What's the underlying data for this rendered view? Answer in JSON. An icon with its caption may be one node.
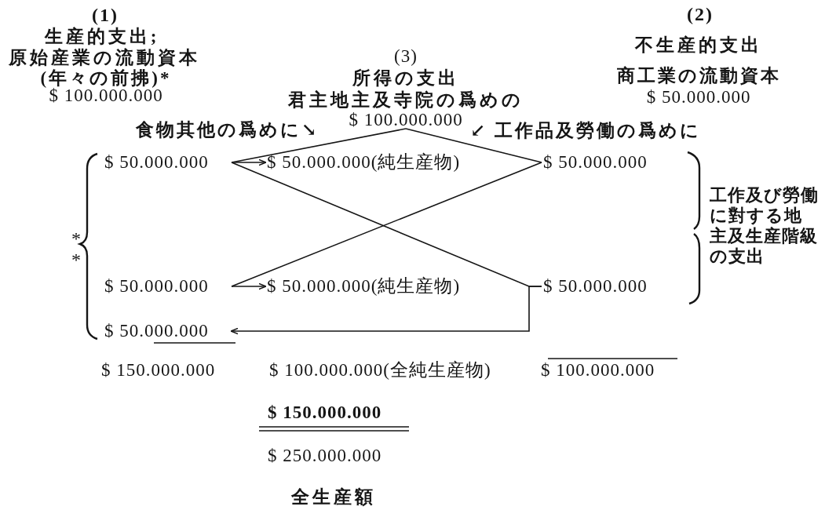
{
  "diagram": {
    "nodes": [
      {
        "text": [
          "(3)",
          "所得の支出",
          "君主地主及寺院の爲めの",
          "$ 100.000.000"
        ]
      },
      {
        "text": [
          "$ 50.000.000"
        ]
      },
      {
        "text": [
          "$ 50.000.000(純生産物)"
        ]
      },
      {
        "text": [
          "$ 50.000.000"
        ]
      },
      {
        "text": [
          "$ 50.000.000"
        ]
      },
      {
        "text": [
          "$ 50.000.000(純生産物)"
        ]
      },
      {
        "text": [
          "$ 50.000.000"
        ]
      },
      {
        "text": [
          "$ 50.000.000"
        ]
      }
    ],
    "edges": [
      {
        "from": 0,
        "to": 1,
        "arrow": "none",
        "label": "食物其他の爲めに↘"
      },
      {
        "from": 1,
        "to": 2,
        "arrow": "to"
      },
      {
        "from": 0,
        "to": 3,
        "arrow": "none",
        "label": "↙ 工作品及勞働の爲めに"
      },
      {
        "from": 3,
        "to": 4,
        "arrow": "none"
      },
      {
        "from": 4,
        "to": 5,
        "arrow": "to"
      },
      {
        "from": 1,
        "to": 6,
        "arrow": "none"
      },
      {
        "from": 6,
        "to": 7,
        "arrow": "to"
      }
    ],
    "labels": [
      "(1)",
      "生産的支出;",
      "原始産業の流動資本",
      "(年々の前拂)*",
      "$ 100.000.000",
      "(2)",
      "不生産的支出",
      "商工業の流動資本",
      "$ 50.000.000",
      "*",
      "*",
      "工作及び勞働に對する地主及生産階級の支出",
      "$ 150.000.000",
      "$ 100.000.000(全純生産物)",
      "$ 100.000.000",
      "$ 150.000.000",
      "$ 250.000.000",
      "全生産額"
    ]
  }
}
